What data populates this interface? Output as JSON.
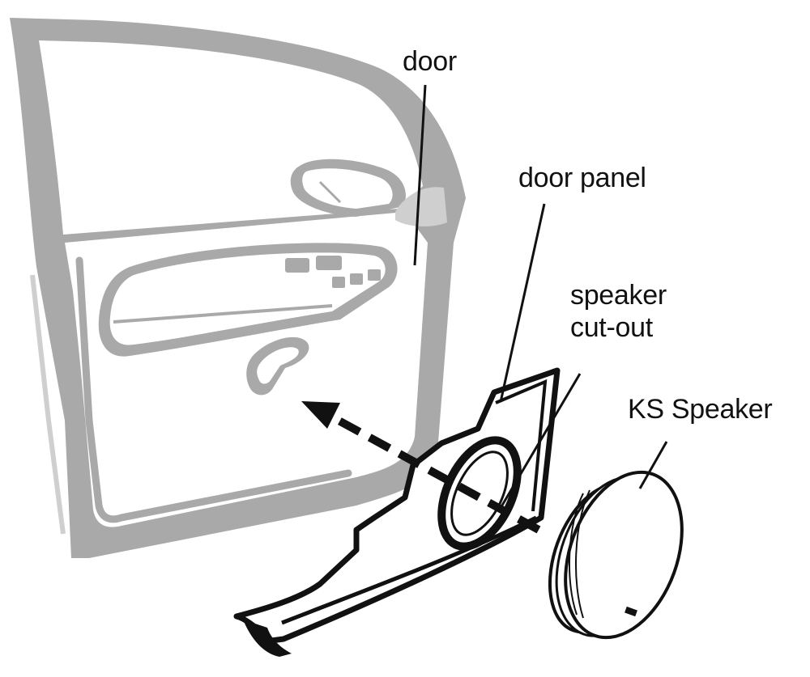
{
  "labels": {
    "door": "door",
    "door_panel": "door panel",
    "speaker_cutout_line1": "speaker",
    "speaker_cutout_line2": "cut-out",
    "ks_speaker": "KS Speaker"
  },
  "colors": {
    "background": "#ffffff",
    "door_gray": "#a9a9a9",
    "door_light": "#cfcfcf",
    "ink": "#111111"
  }
}
